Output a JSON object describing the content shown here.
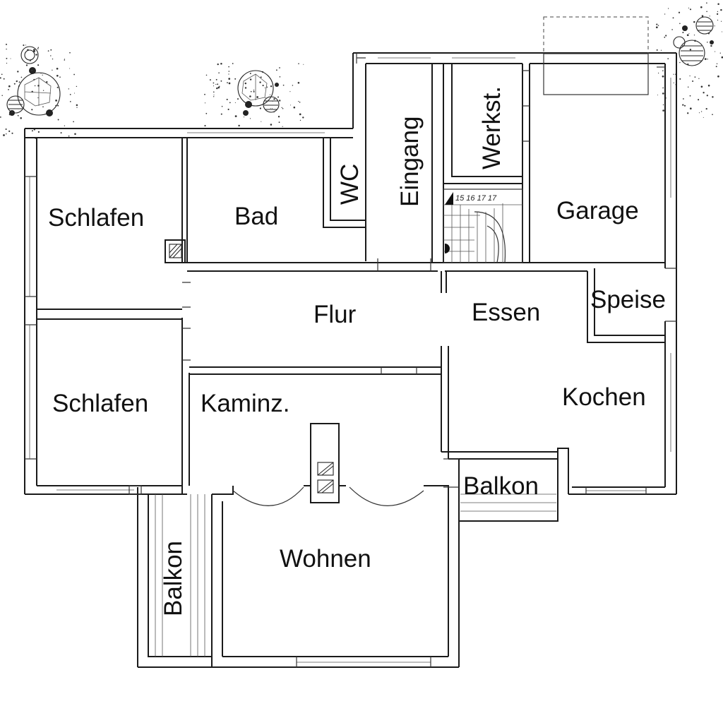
{
  "rooms": {
    "schlafen_top": "Schlafen",
    "bad": "Bad",
    "wc": "WC",
    "eingang": "Eingang",
    "werkstatt": "Werkst.",
    "garage": "Garage",
    "flur": "Flur",
    "essen": "Essen",
    "speise": "Speise",
    "kochen": "Kochen",
    "schlafen_bottom": "Schlafen",
    "kaminzimmer": "Kaminz.",
    "balkon_right": "Balkon",
    "wohnen": "Wohnen",
    "balkon_left": "Balkon"
  },
  "stair_numbers": "15 16 17 17"
}
